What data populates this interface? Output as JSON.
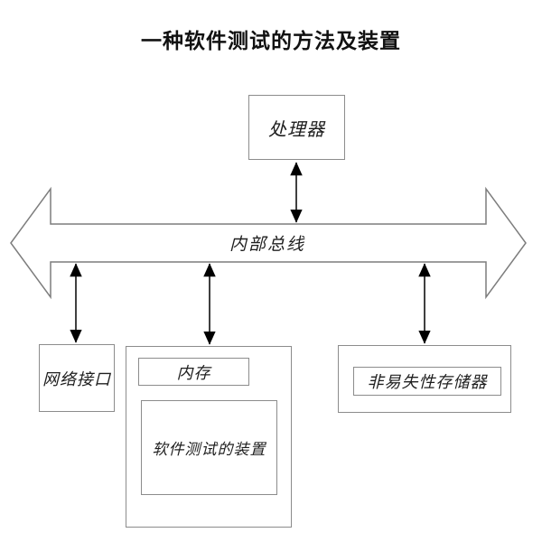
{
  "title": "一种软件测试的方法及装置",
  "diagram": {
    "bus": {
      "label": "内部总线",
      "shape": "horizontal-double-arrow"
    },
    "nodes": {
      "processor": {
        "label": "处理器"
      },
      "network_interface": {
        "label": "网络接口"
      },
      "memory": {
        "label": "内存",
        "child": {
          "label": "软件测试的装置"
        }
      },
      "nonvolatile_storage": {
        "label": "非易失性存储器"
      }
    },
    "edges": [
      {
        "from": "processor",
        "to": "bus",
        "type": "double-arrow"
      },
      {
        "from": "bus",
        "to": "network_interface",
        "type": "double-arrow"
      },
      {
        "from": "bus",
        "to": "memory",
        "type": "double-arrow"
      },
      {
        "from": "bus",
        "to": "nonvolatile_storage",
        "type": "double-arrow"
      }
    ],
    "colors": {
      "background": "#ffffff",
      "box_border": "#8c8c8c",
      "bus_outline": "#7d7d7d",
      "arrow": "#000000",
      "text": "#1f1f1f"
    }
  }
}
